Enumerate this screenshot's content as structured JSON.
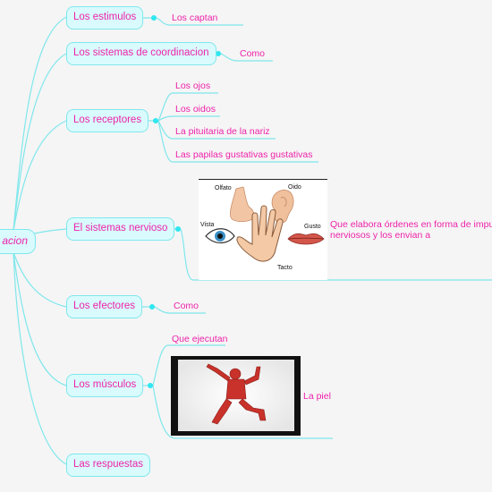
{
  "root": {
    "label": "acion"
  },
  "branches": [
    {
      "label": "Los estimulos",
      "children": [
        "Los captan"
      ]
    },
    {
      "label": "Los sistemas de coordinacion",
      "children": [
        "Como"
      ]
    },
    {
      "label": "Los receptores",
      "children": [
        "Los ojos",
        "Los oidos",
        "La pituitaria de la nariz",
        "Las papilas gustativas gustativas"
      ]
    },
    {
      "label": "El sistemas nervioso",
      "children": [
        "Que elabora órdenes en forma de impulsos",
        "nerviosos y los envian a"
      ],
      "image": {
        "labels": {
          "olfato": "Olfato",
          "oido": "Oido",
          "vista": "Vista",
          "gusto": "Gusto",
          "tacto": "Tacto"
        }
      }
    },
    {
      "label": "Los efectores",
      "children": [
        "Como"
      ]
    },
    {
      "label": "Los músculos",
      "children": [
        "Que ejecutan",
        "La piel"
      ]
    },
    {
      "label": "Las respuestas",
      "children": []
    }
  ],
  "colors": {
    "line": "#7fe7ec",
    "text": "#ee22aa",
    "node_fill": "#d9fbfd",
    "background": "#f5f5f5"
  }
}
